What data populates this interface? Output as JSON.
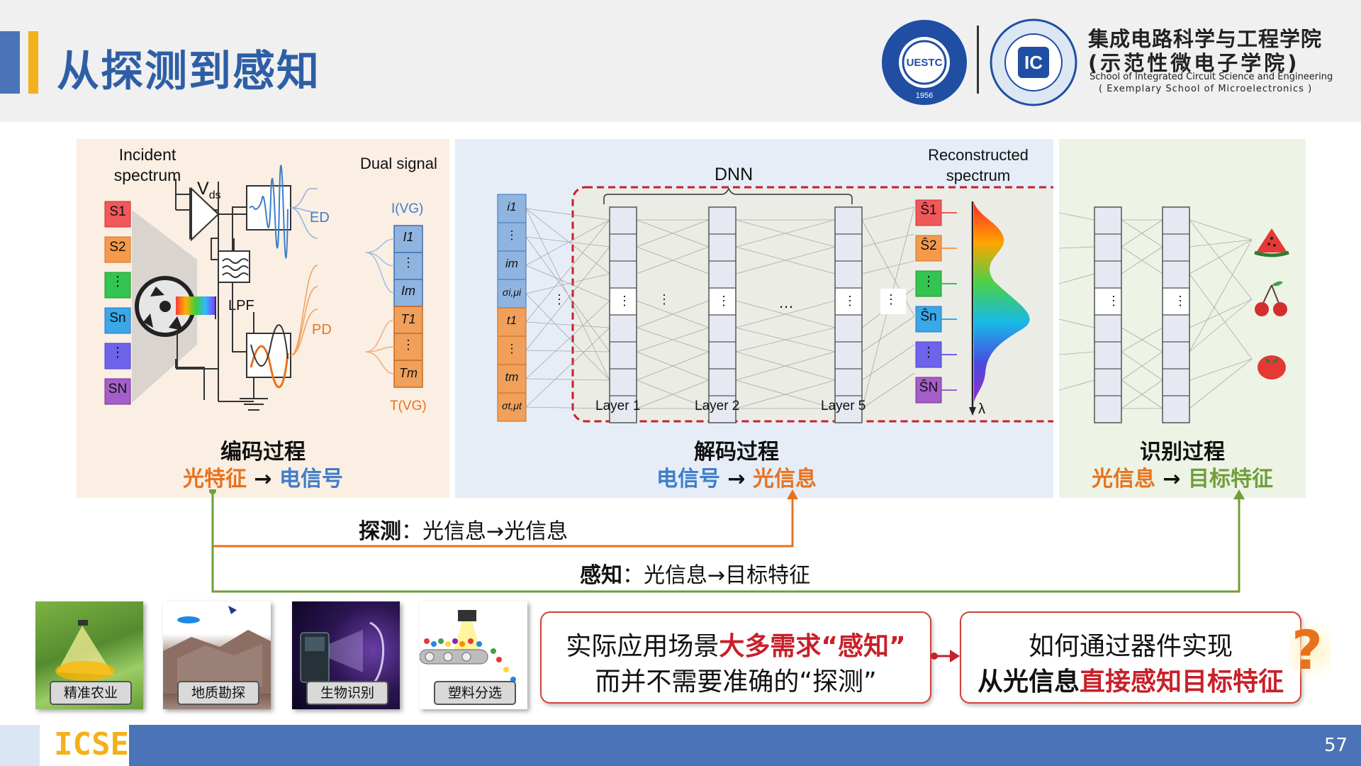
{
  "header": {
    "title": "从探测到感知",
    "school_cn_line1": "集成电路科学与工程学院",
    "school_cn_line2": "(示范性微电子学院)",
    "school_en_line1": "School of Integrated Circuit Science and Engineering",
    "school_en_line2": "( Exemplary School of Microelectronics )",
    "logo1_text": "UESTC",
    "logo1_year": "1956",
    "logo2_text": "IC"
  },
  "encode": {
    "incident_spectrum": "Incident spectrum",
    "vds": "Vds",
    "ed": "ED",
    "pd": "PD",
    "lpf": "LPF",
    "dual_signal": "Dual signal",
    "i_vg": "I(VG)",
    "t_vg": "T(VG)",
    "sources": [
      "S1",
      "S2",
      "⋮",
      "Sn",
      "⋮",
      "SN"
    ],
    "blue_cells": [
      "I1",
      "⋮",
      "Im"
    ],
    "orange_cells": [
      "T1",
      "⋮",
      "Tm"
    ],
    "title": "编码过程",
    "sub_left": "光特征",
    "sub_arrow": "→",
    "sub_right": "电信号"
  },
  "decode": {
    "input_cells": [
      "i1",
      "⋮",
      "im",
      "σi,μi",
      "t1",
      "⋮",
      "tm",
      "σt,μt"
    ],
    "dnn": "DNN",
    "layer1": "Layer 1",
    "layer2": "Layer 2",
    "layer5": "Layer 5",
    "dots": "⋮",
    "hdots": "…",
    "reconstructed": "Reconstructed spectrum",
    "outputs": [
      "Ŝ1",
      "Ŝ2",
      "⋮",
      "Ŝn",
      "⋮",
      "ŜN"
    ],
    "lambda": "λ",
    "title": "解码过程",
    "sub_left": "电信号",
    "sub_arrow": "→",
    "sub_right": "光信息"
  },
  "recognize": {
    "title": "识别过程",
    "sub_left": "光信息",
    "sub_arrow": "→",
    "sub_right": "目标特征",
    "icons": [
      "watermelon-icon",
      "cherry-icon",
      "tomato-icon"
    ]
  },
  "flows": {
    "detect_label": "探测",
    "detect_text": "：光信息→光信息",
    "perceive_label": "感知",
    "perceive_text": "：光信息→目标特征"
  },
  "applications": [
    "精准农业",
    "地质勘探",
    "生物识别",
    "塑料分选"
  ],
  "callout1": {
    "line1_a": "实际应用场景",
    "line1_b": "大多需求“感知”",
    "line2": "而并不需要准确的“探测”"
  },
  "callout2": {
    "line1": "如何通过器件实现",
    "line2_a": "从光信息",
    "line2_b": "直接感知目标特征",
    "mark": "?"
  },
  "footer": {
    "brand": "ICSE",
    "page": "57"
  },
  "colors": {
    "blue": "#4a73b8",
    "orange": "#e8721c",
    "green": "#6f9e3a",
    "red": "#d0231d",
    "yellow": "#f2b11c"
  }
}
